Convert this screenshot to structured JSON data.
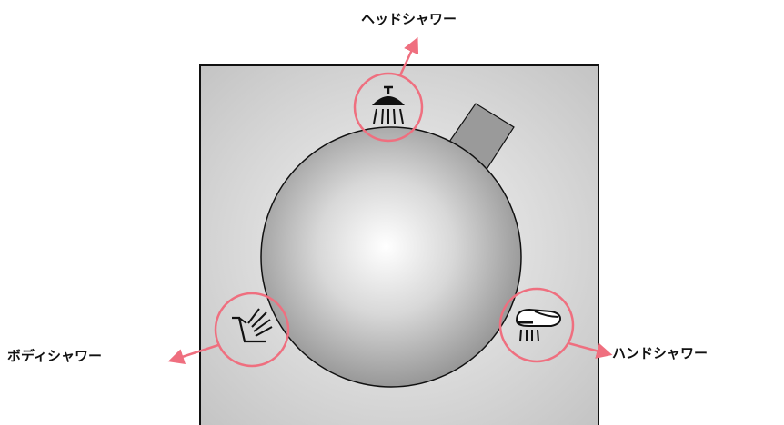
{
  "labels": {
    "head_shower": "ヘッドシャワー",
    "body_shower": "ボディシャワー",
    "hand_shower": "ハンドシャワー"
  },
  "icons": {
    "head": "head-shower-icon",
    "body": "body-shower-icon",
    "hand": "hand-shower-icon"
  },
  "colors": {
    "accent": "#ef6f7f",
    "panel_light": "#f2f2f2",
    "panel_dark": "#c8c8c8",
    "knob_center": "#ffffff",
    "knob_edge": "#8e8e8e",
    "handle": "#9a9a9a",
    "outline": "#111111"
  }
}
